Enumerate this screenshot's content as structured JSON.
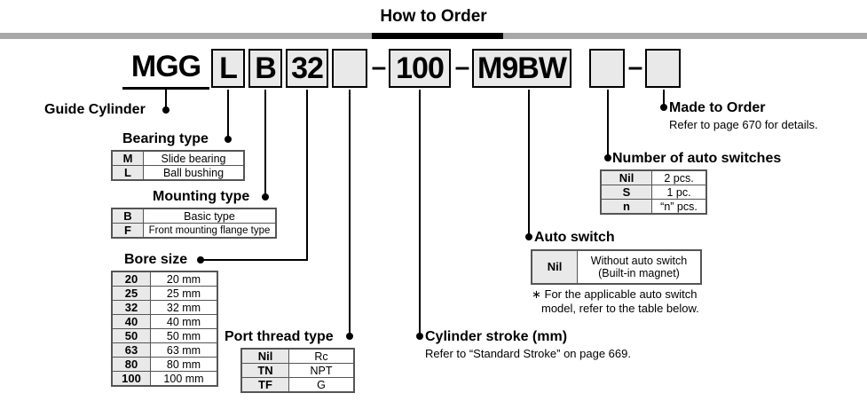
{
  "header": {
    "title": "How to Order"
  },
  "model_code": {
    "segments": [
      {
        "text": "MGG",
        "boxed": false
      },
      {
        "text": "L",
        "boxed": true
      },
      {
        "text": "B",
        "boxed": true
      },
      {
        "text": "32",
        "boxed": true
      },
      {
        "text": "",
        "boxed": true
      },
      {
        "text": "100",
        "boxed": true
      },
      {
        "text": "M9BW",
        "boxed": true
      },
      {
        "text": "",
        "boxed": true
      },
      {
        "text": "",
        "boxed": true
      }
    ],
    "separators": [
      "–",
      "–",
      "–"
    ]
  },
  "callouts": {
    "guide_cylinder": {
      "title": "Guide Cylinder"
    },
    "bearing_type": {
      "title": "Bearing type",
      "rows": [
        {
          "code": "M",
          "desc": "Slide bearing"
        },
        {
          "code": "L",
          "desc": "Ball bushing"
        }
      ]
    },
    "mounting_type": {
      "title": "Mounting type",
      "rows": [
        {
          "code": "B",
          "desc": "Basic type"
        },
        {
          "code": "F",
          "desc": "Front mounting flange type"
        }
      ]
    },
    "bore_size": {
      "title": "Bore size",
      "rows": [
        {
          "code": "20",
          "desc": "20 mm"
        },
        {
          "code": "25",
          "desc": "25 mm"
        },
        {
          "code": "32",
          "desc": "32 mm"
        },
        {
          "code": "40",
          "desc": "40 mm"
        },
        {
          "code": "50",
          "desc": "50 mm"
        },
        {
          "code": "63",
          "desc": "63 mm"
        },
        {
          "code": "80",
          "desc": "80 mm"
        },
        {
          "code": "100",
          "desc": "100 mm"
        }
      ]
    },
    "port_thread_type": {
      "title": "Port thread type",
      "rows": [
        {
          "code": "Nil",
          "desc": "Rc"
        },
        {
          "code": "TN",
          "desc": "NPT"
        },
        {
          "code": "TF",
          "desc": "G"
        }
      ]
    },
    "cylinder_stroke": {
      "title": "Cylinder stroke (mm)",
      "note": "Refer to “Standard Stroke” on page 669."
    },
    "auto_switch": {
      "title": "Auto switch",
      "rows": [
        {
          "code": "Nil",
          "desc_line1": "Without auto switch",
          "desc_line2": "(Built-in magnet)"
        }
      ],
      "note_line1": "∗ For the applicable auto switch",
      "note_line2": "model, refer to the table below."
    },
    "number_of_auto_switches": {
      "title": "Number of auto switches",
      "rows": [
        {
          "code": "Nil",
          "desc": "2 pcs."
        },
        {
          "code": "S",
          "desc": "1 pc."
        },
        {
          "code": "n",
          "desc": "“n” pcs."
        }
      ]
    },
    "made_to_order": {
      "title": "Made to Order",
      "note": "Refer to page 670 for details."
    }
  },
  "colors": {
    "rule": "#a8a8a8",
    "rule_accent": "#000000",
    "box_fill": "#e9e9e9",
    "border": "#000000"
  }
}
